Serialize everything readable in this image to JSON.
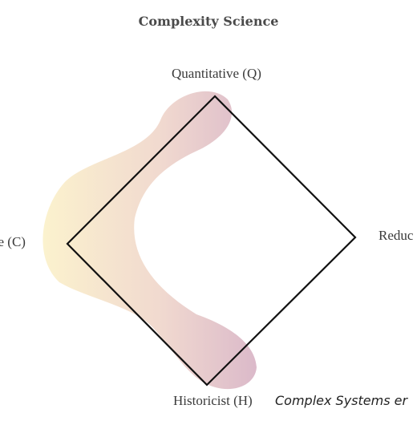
{
  "diagram": {
    "title": "Complexity Science",
    "vertices": {
      "top": "Quantitative (Q)",
      "left": "ve (C)",
      "right": "Reduc",
      "bottom": "Historicist (H)"
    },
    "caption": "Complex Systems er",
    "colors": {
      "diamond_stroke": "#111111",
      "blob_gradient_start": "#f9eab0",
      "blob_gradient_mid": "#e8c2b2",
      "blob_gradient_end": "#c58fa9",
      "text": "#3a3a3a"
    }
  }
}
